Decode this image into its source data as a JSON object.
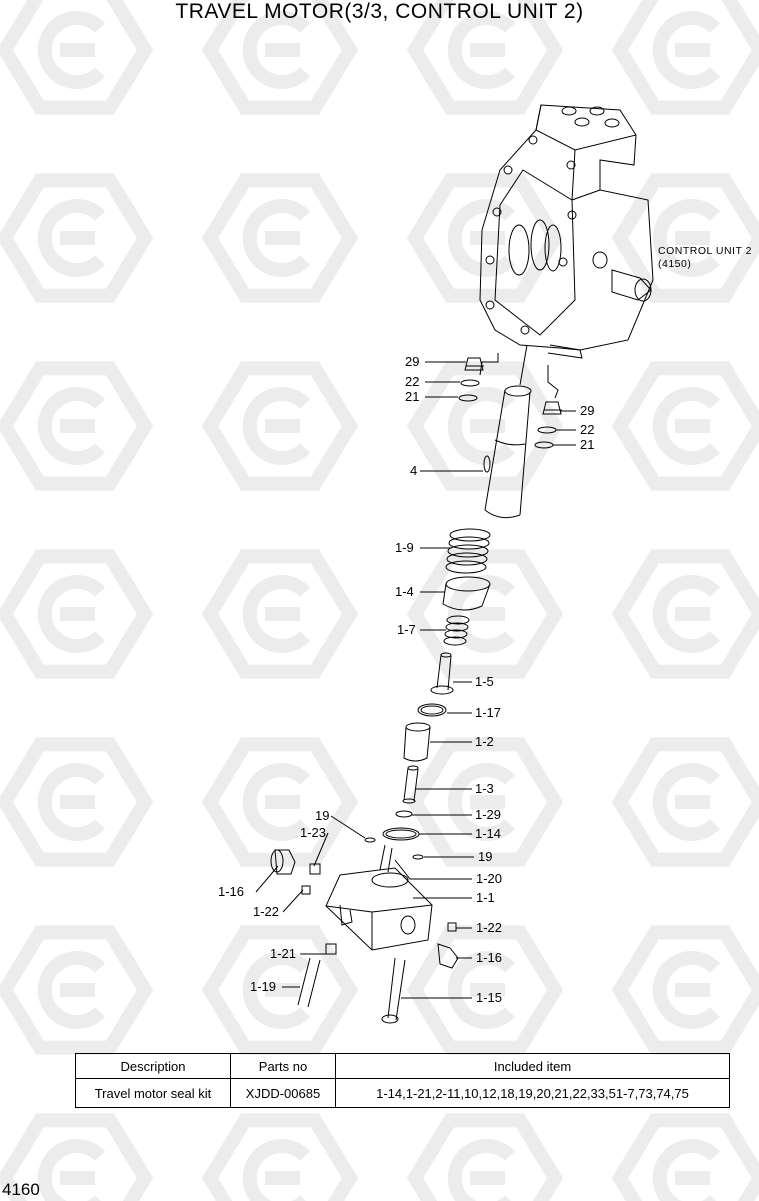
{
  "title": "TRAVEL MOTOR(3/3, CONTROL UNIT 2)",
  "reference": {
    "line1": "CONTROL UNIT 2",
    "line2": "(4150)"
  },
  "labels": [
    "29",
    "22",
    "21",
    "29",
    "22",
    "21",
    "4",
    "1-9",
    "1-4",
    "1-7",
    "1-5",
    "1-17",
    "1-2",
    "1-3",
    "19",
    "1-29",
    "1-23",
    "1-14",
    "19",
    "1-20",
    "1-16",
    "1-1",
    "1-22",
    "1-22",
    "1-21",
    "1-16",
    "1-19",
    "1-15"
  ],
  "table": {
    "headers": [
      "Description",
      "Parts no",
      "Included item"
    ],
    "rows": [
      [
        "Travel motor seal kit",
        "XJDD-00685",
        "1-14,1-21,2-11,10,12,18,19,20,21,22,33,51-7,73,74,75"
      ]
    ]
  },
  "page_number": "4160",
  "colors": {
    "watermark": "#ececec",
    "line": "#000000"
  }
}
